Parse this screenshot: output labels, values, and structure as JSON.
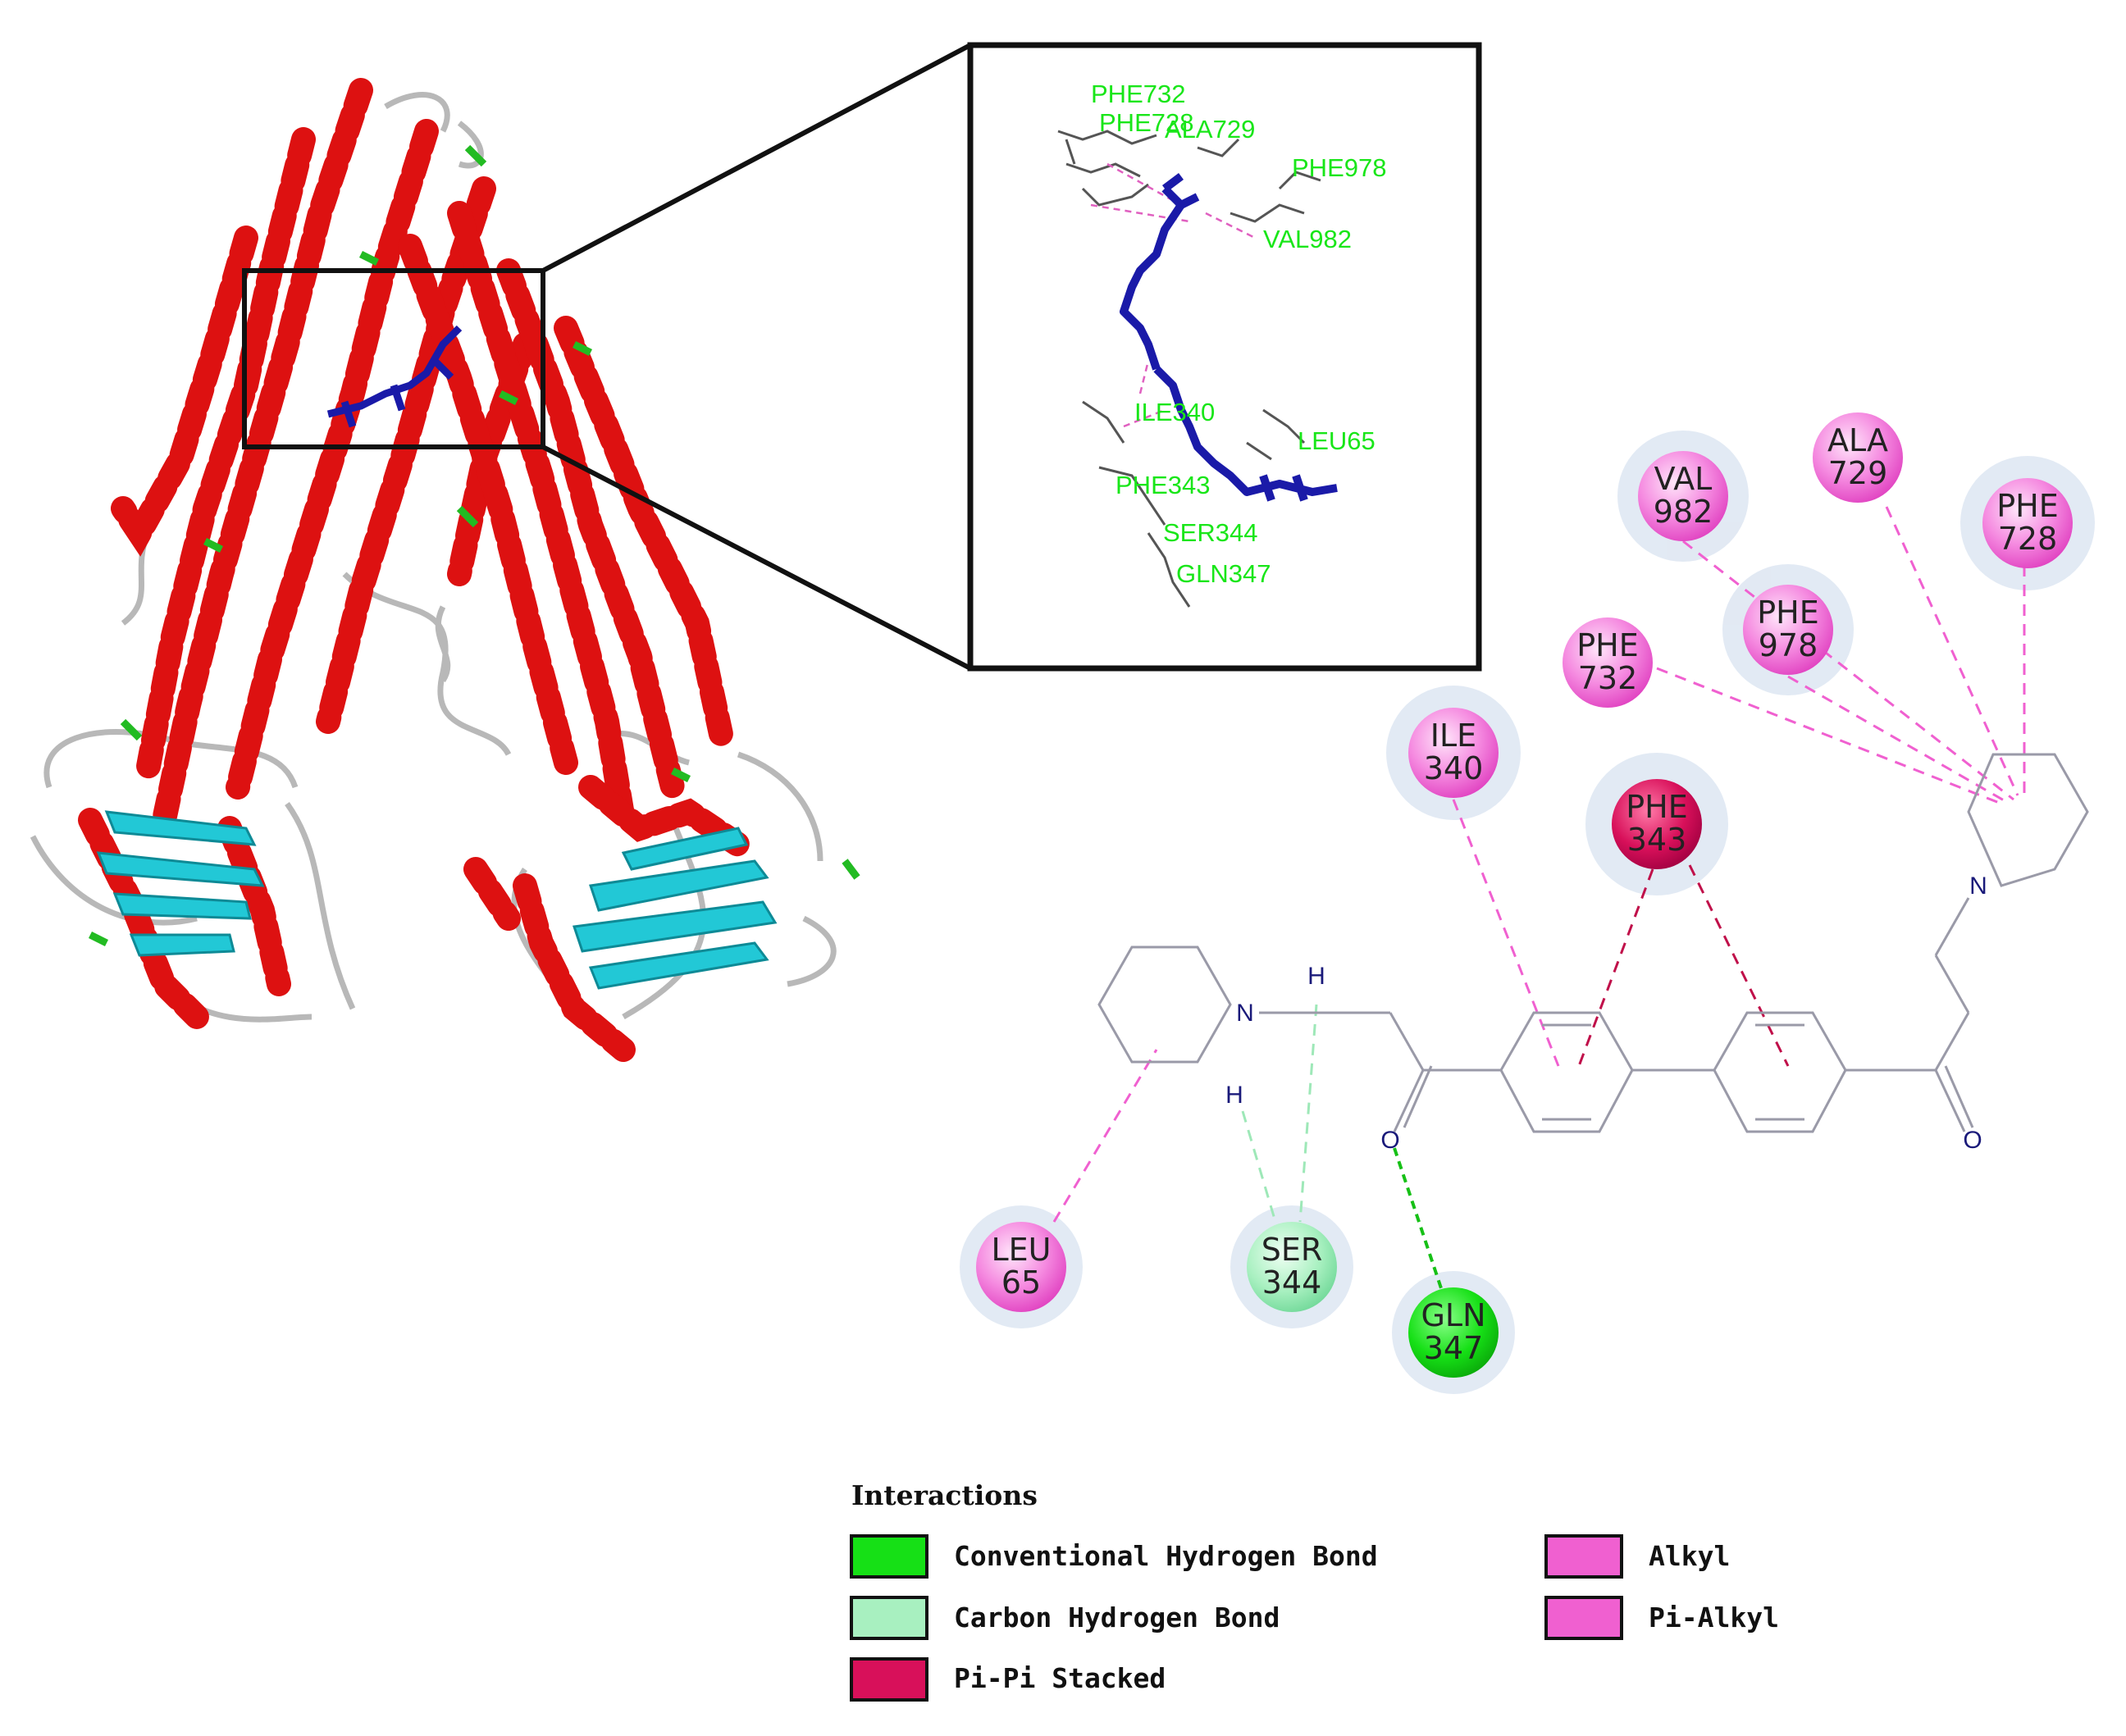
{
  "protein_view": {
    "helix_color": "#dd1111",
    "sheet_color": "#22c8d6",
    "turn_color": "#22bb22",
    "coil_color": "#b8b8b8",
    "ligand_color": "#1a1aa8"
  },
  "inset": {
    "labels": [
      "PHE732",
      "PHE728",
      "ALA729",
      "PHE978",
      "VAL982",
      "ILE340",
      "LEU65",
      "PHE343",
      "SER344",
      "GLN347"
    ]
  },
  "residues": [
    {
      "name": "VAL",
      "num": "982",
      "type": "alkyl"
    },
    {
      "name": "ALA",
      "num": "729",
      "type": "alkyl"
    },
    {
      "name": "PHE",
      "num": "728",
      "type": "pi-alkyl"
    },
    {
      "name": "PHE",
      "num": "732",
      "type": "pi-alkyl"
    },
    {
      "name": "PHE",
      "num": "978",
      "type": "pi-alkyl"
    },
    {
      "name": "ILE",
      "num": "340",
      "type": "pi-alkyl"
    },
    {
      "name": "PHE",
      "num": "343",
      "type": "pi-pi-stacked"
    },
    {
      "name": "LEU",
      "num": "65",
      "type": "alkyl"
    },
    {
      "name": "SER",
      "num": "344",
      "type": "carbon-hydrogen-bond"
    },
    {
      "name": "GLN",
      "num": "347",
      "type": "conventional-hydrogen-bond"
    }
  ],
  "atoms": {
    "n": "N",
    "h": "H",
    "o": "O"
  },
  "legend": {
    "title": "Interactions",
    "items": [
      {
        "label": "Conventional Hydrogen Bond",
        "color": "#16e016"
      },
      {
        "label": "Carbon Hydrogen Bond",
        "color": "#a8f0c0"
      },
      {
        "label": "Pi-Pi Stacked",
        "color": "#d8105a"
      },
      {
        "label": "Alkyl",
        "color": "#f060d0"
      },
      {
        "label": "Pi-Alkyl",
        "color": "#f060d0"
      }
    ]
  }
}
